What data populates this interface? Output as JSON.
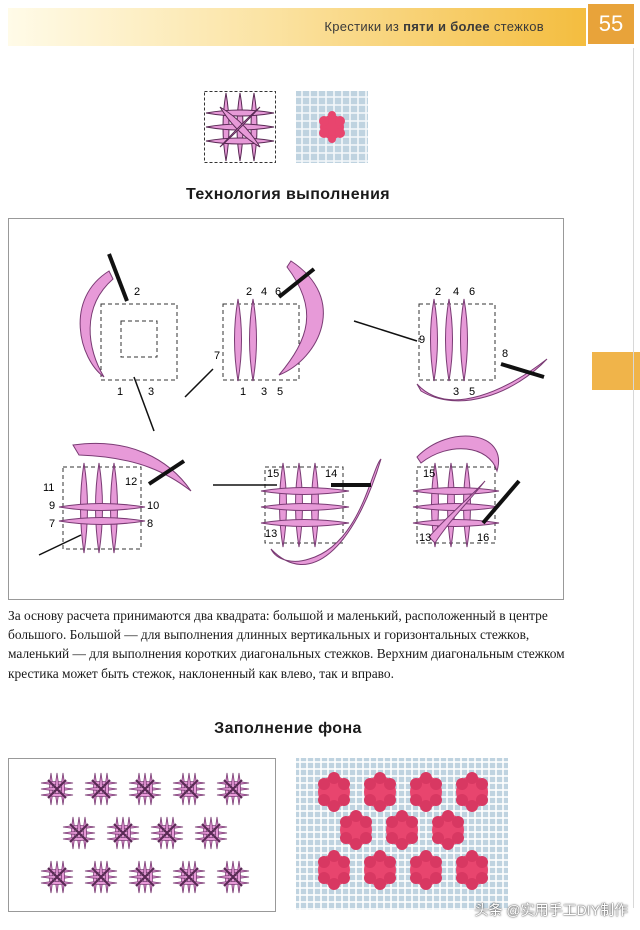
{
  "header": {
    "title_pre": "Крестики из ",
    "title_bold": "пяти и более",
    "title_post": " стежков",
    "page_number": "55"
  },
  "sections": {
    "technique_heading": "Технология выполнения",
    "background_heading": "Заполнение фона"
  },
  "paragraph": "За основу расчета принимаются два квадрата: большой и маленький, расположенный в центре большого. Большой — для выполнения длинных вертикальных и горизонтальных стежков, маленький — для выполнения коротких диагональных стежков. Верхним диагональным стежком крестика может быть стежок, наклоненный как влево, так и вправо.",
  "diagram_labels": {
    "step1": [
      "2",
      "1",
      "3"
    ],
    "step2": [
      "2",
      "4",
      "6",
      "7",
      "1",
      "3",
      "5"
    ],
    "step3": [
      "2",
      "4",
      "6",
      "9",
      "8",
      "3",
      "5"
    ],
    "step4": [
      "11",
      "9",
      "7",
      "12",
      "10",
      "8"
    ],
    "step5": [
      "15",
      "14",
      "13"
    ],
    "step6": [
      "15",
      "13",
      "16"
    ]
  },
  "colors": {
    "thread": "#e79ad8",
    "thread_stroke": "#7a3b74",
    "fabric_stitch": "#e8456e",
    "accent": "#f0b44a",
    "canvas_bg": "#bfd3e0"
  },
  "watermark": "头条 @实用手工DIY制作"
}
